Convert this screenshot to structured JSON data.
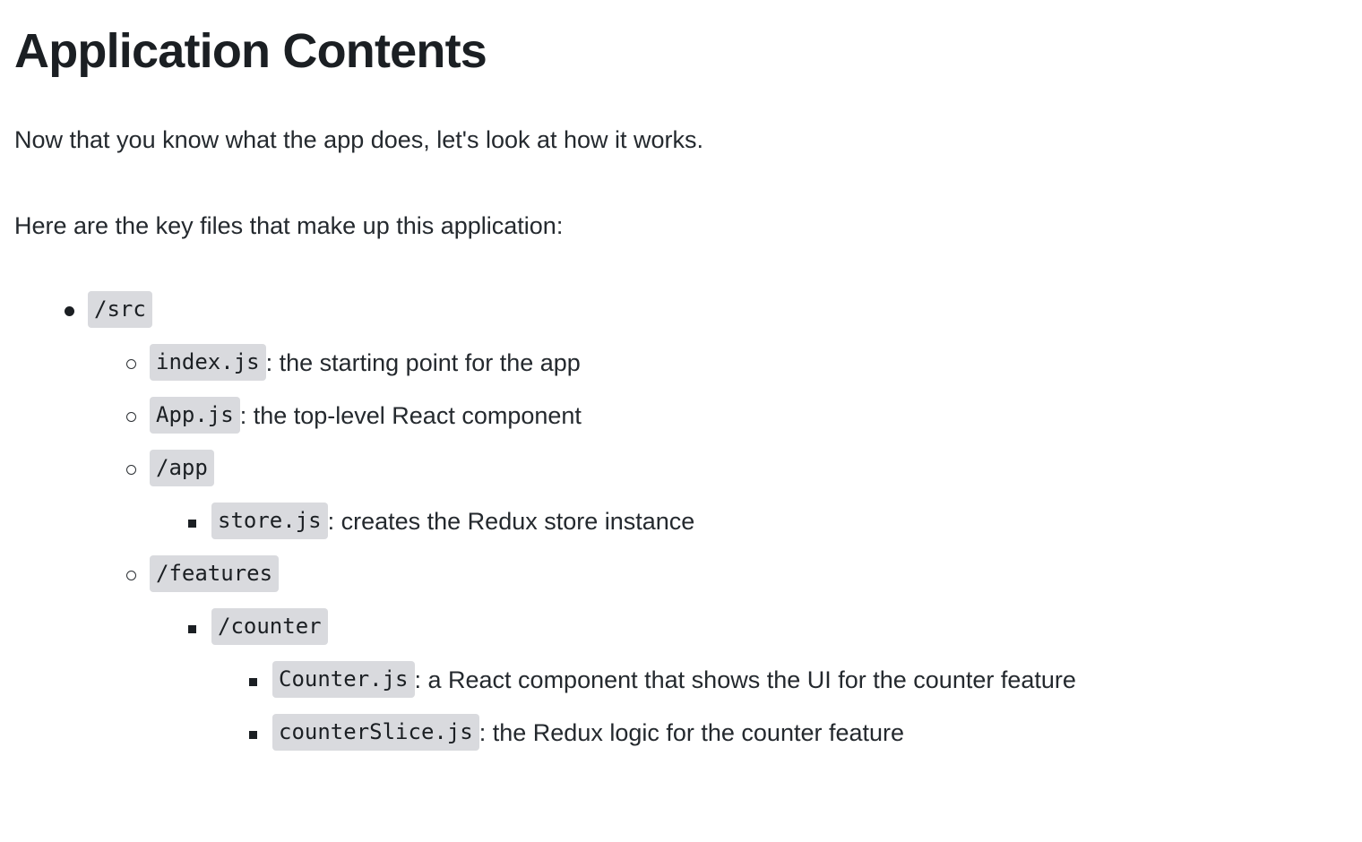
{
  "page": {
    "title": "Application Contents",
    "paragraphs": [
      "Now that you know what the app does, let's look at how it works.",
      "Here are the key files that make up this application:"
    ]
  },
  "tree": {
    "items": [
      {
        "level": 1,
        "marker": "disc-bullet",
        "code": "/src",
        "desc": ""
      },
      {
        "level": 2,
        "marker": "circle-bullet",
        "code": "index.js",
        "desc": ": the starting point for the app"
      },
      {
        "level": 2,
        "marker": "circle-bullet",
        "code": "App.js",
        "desc": ": the top-level React component"
      },
      {
        "level": 2,
        "marker": "circle-bullet",
        "code": "/app",
        "desc": ""
      },
      {
        "level": 3,
        "marker": "square-bullet",
        "code": "store.js",
        "desc": ": creates the Redux store instance"
      },
      {
        "level": 2,
        "marker": "circle-bullet",
        "code": "/features",
        "desc": ""
      },
      {
        "level": 3,
        "marker": "square-bullet",
        "code": "/counter",
        "desc": ""
      },
      {
        "level": 4,
        "marker": "square-bullet",
        "code": "Counter.js",
        "desc": ": a React component that shows the UI for the counter feature"
      },
      {
        "level": 4,
        "marker": "square-bullet",
        "code": "counterSlice.js",
        "desc": ": the Redux logic for the counter feature"
      }
    ]
  },
  "colors": {
    "background": "#ffffff",
    "text": "#24292e",
    "heading": "#1b1f23",
    "code_background": "#d9dade",
    "code_text": "#1b1f23"
  }
}
